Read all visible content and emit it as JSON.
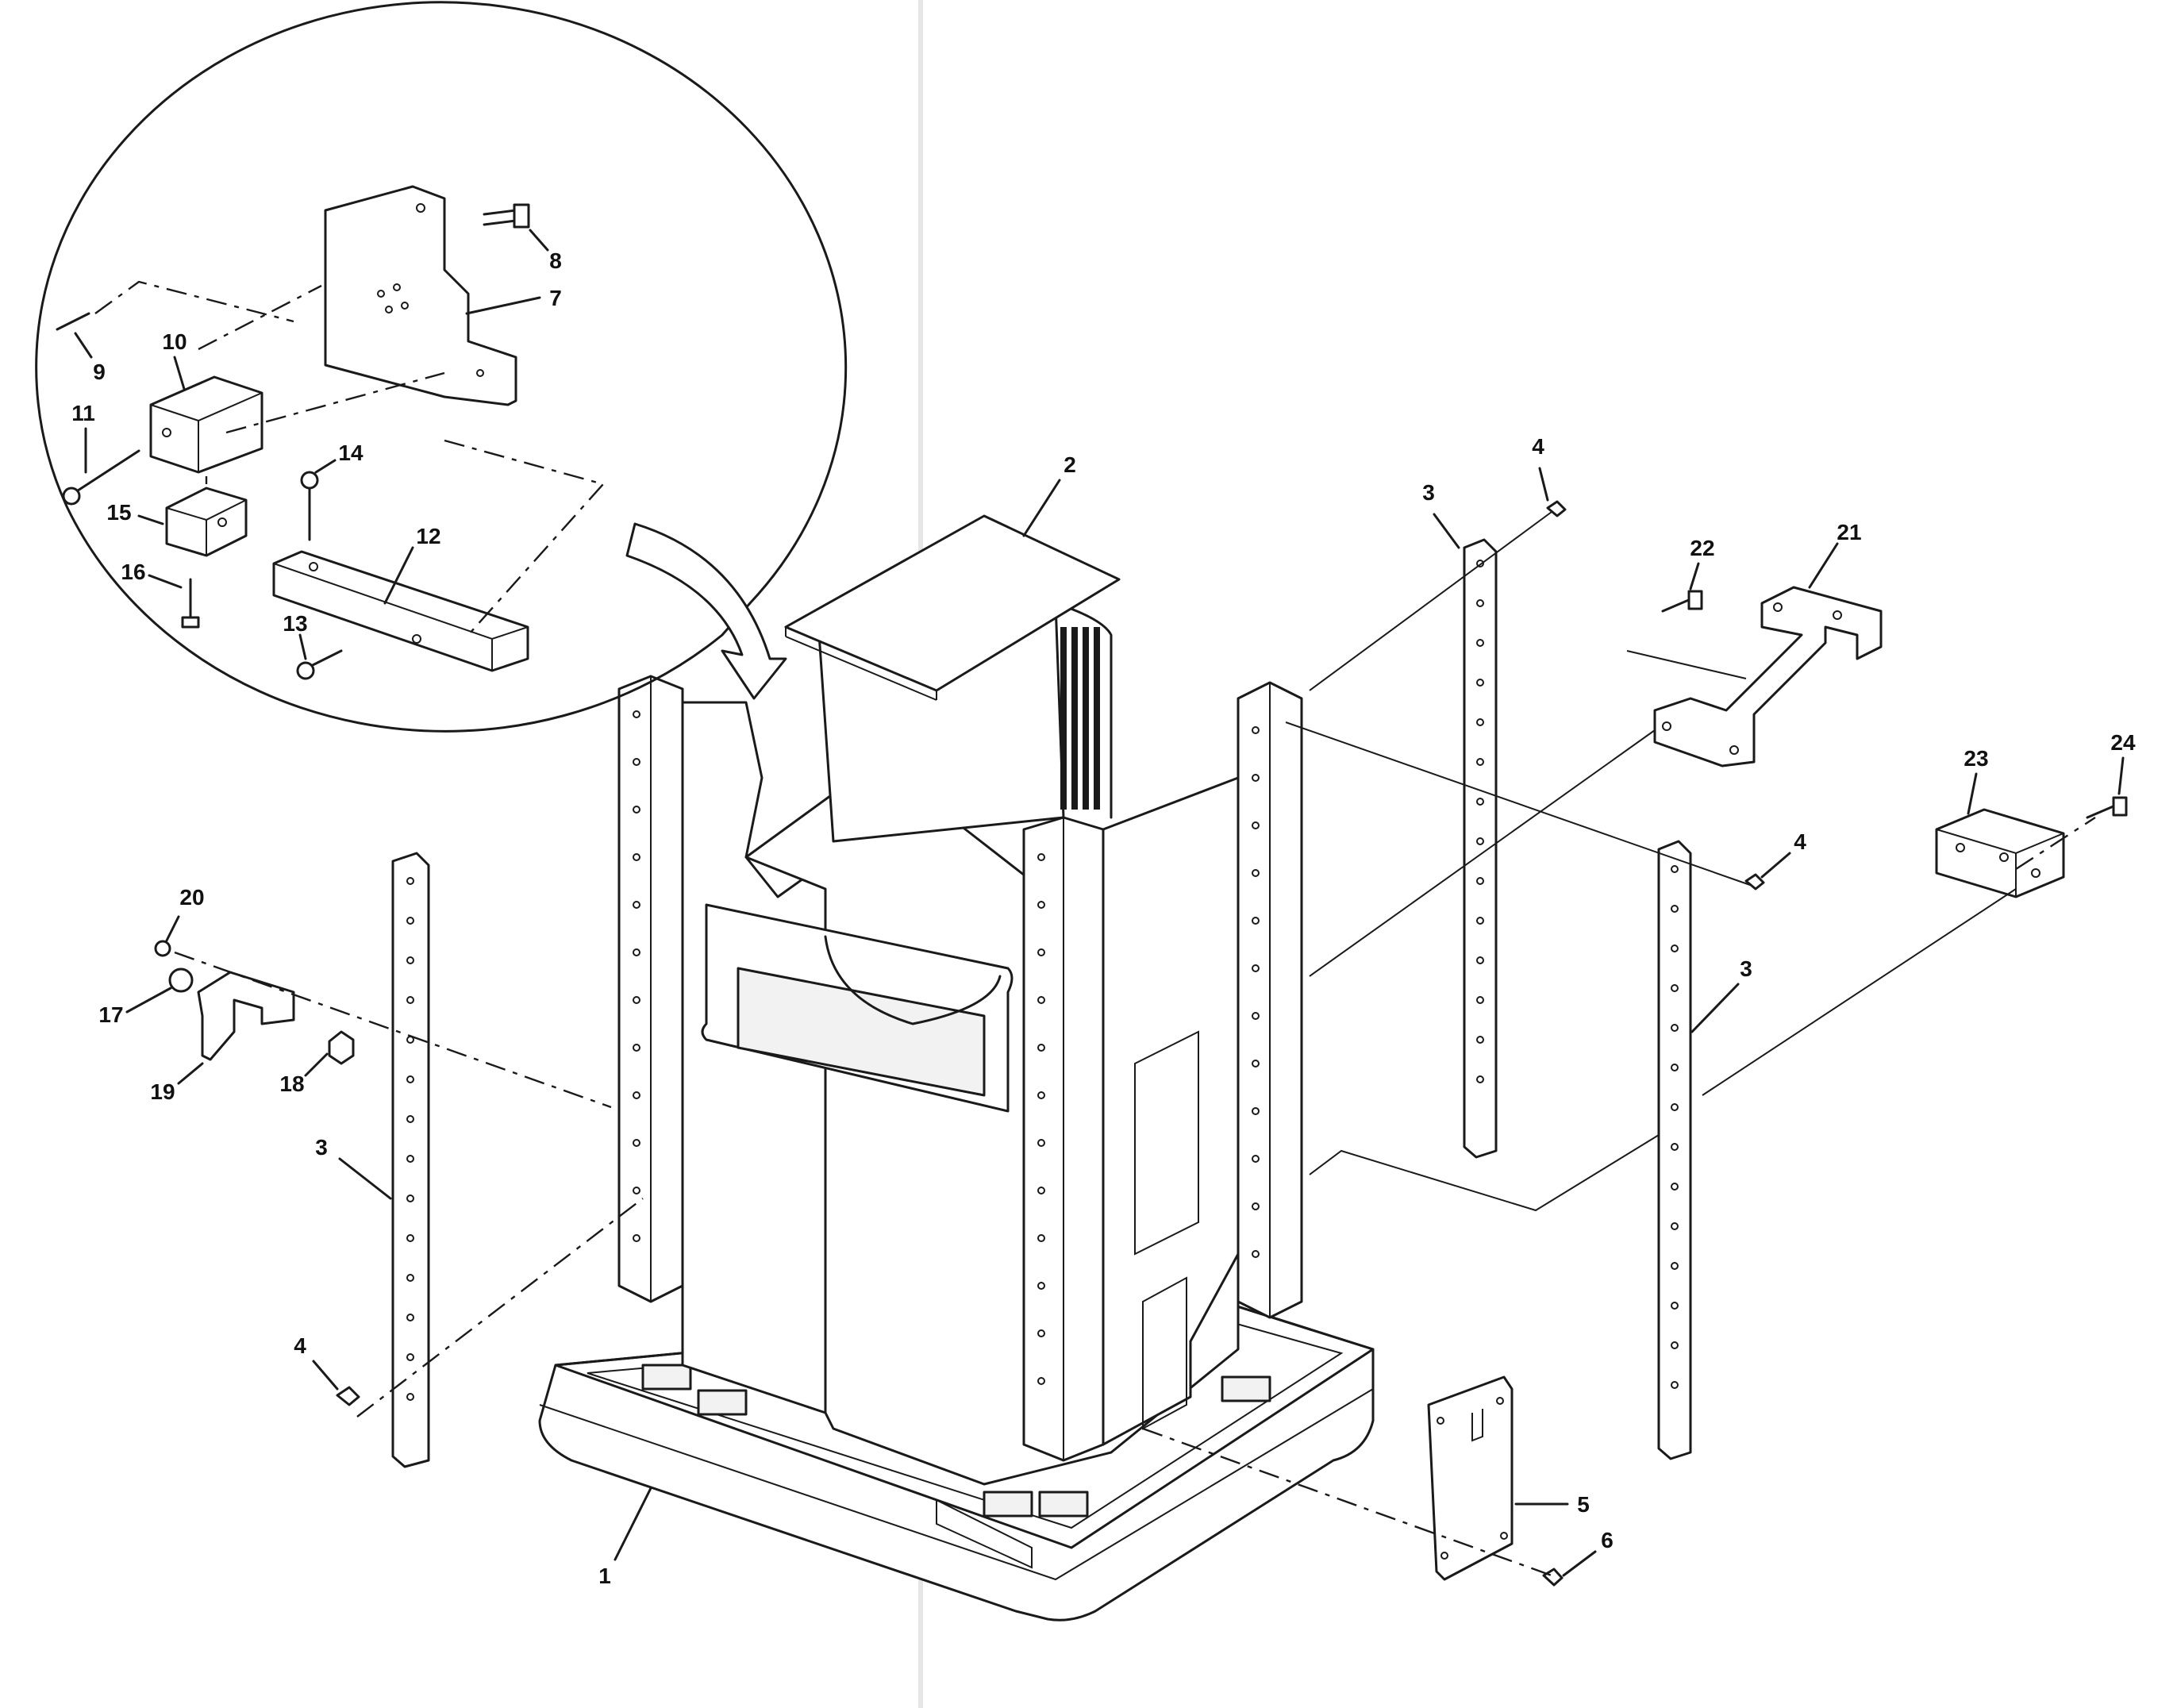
{
  "figure": {
    "background": "#ffffff",
    "line_color": "#1a1a1a"
  },
  "callouts": [
    {
      "id": "1",
      "label": "1"
    },
    {
      "id": "2",
      "label": "2"
    },
    {
      "id": "3a",
      "label": "3"
    },
    {
      "id": "3b",
      "label": "3"
    },
    {
      "id": "3c",
      "label": "3"
    },
    {
      "id": "4a",
      "label": "4"
    },
    {
      "id": "4b",
      "label": "4"
    },
    {
      "id": "4c",
      "label": "4"
    },
    {
      "id": "5",
      "label": "5"
    },
    {
      "id": "6",
      "label": "6"
    },
    {
      "id": "7",
      "label": "7"
    },
    {
      "id": "8",
      "label": "8"
    },
    {
      "id": "9",
      "label": "9"
    },
    {
      "id": "10",
      "label": "10"
    },
    {
      "id": "11",
      "label": "11"
    },
    {
      "id": "12",
      "label": "12"
    },
    {
      "id": "13",
      "label": "13"
    },
    {
      "id": "14",
      "label": "14"
    },
    {
      "id": "15",
      "label": "15"
    },
    {
      "id": "16",
      "label": "16"
    },
    {
      "id": "17",
      "label": "17"
    },
    {
      "id": "18",
      "label": "18"
    },
    {
      "id": "19",
      "label": "19"
    },
    {
      "id": "20",
      "label": "20"
    },
    {
      "id": "21",
      "label": "21"
    },
    {
      "id": "22",
      "label": "22"
    },
    {
      "id": "23",
      "label": "23"
    },
    {
      "id": "24",
      "label": "24"
    }
  ]
}
